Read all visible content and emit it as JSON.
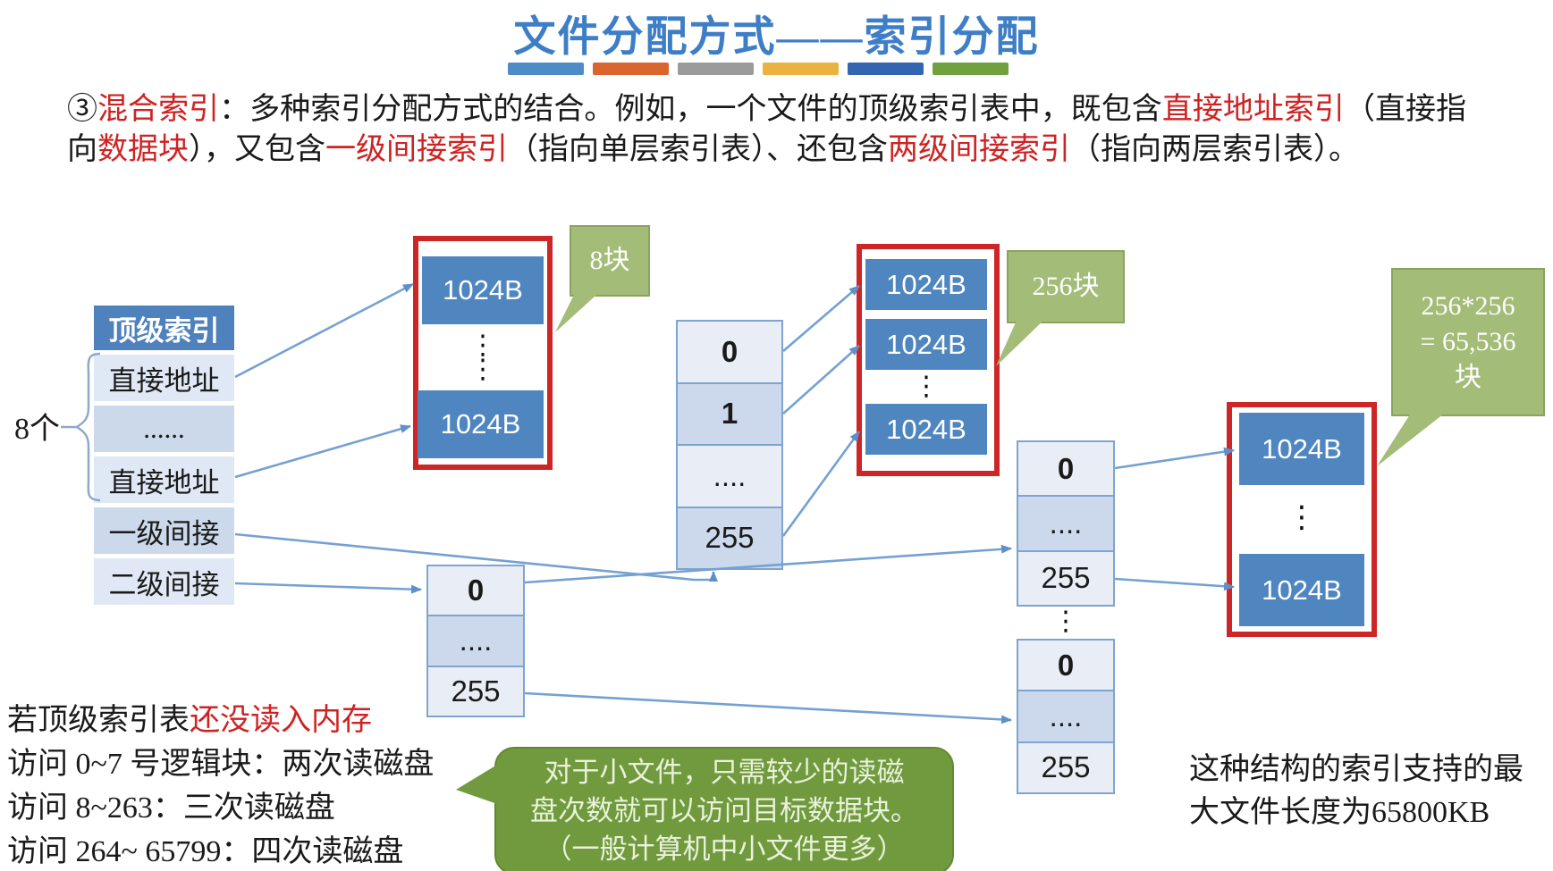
{
  "title": {
    "text": "文件分配方式——索引分配",
    "bar_colors": [
      "#4e8cc8",
      "#d9662f",
      "#9b9b9b",
      "#eab33f",
      "#3465b0",
      "#6fa23f"
    ]
  },
  "intro": {
    "segments": [
      {
        "t": "③"
      },
      {
        "t": "混合索引",
        "red": true
      },
      {
        "t": "：多种索引分配方式的结合。例如，一个文件的顶级索引表中，既包含"
      },
      {
        "t": "直接地址索引",
        "red": true
      },
      {
        "t": "（直接指向"
      },
      {
        "t": "数据块",
        "red": true
      },
      {
        "t": "），又包含"
      },
      {
        "t": "一级间接索引",
        "red": true
      },
      {
        "t": "（指向单层索引表）、还包含"
      },
      {
        "t": "两级间接索引",
        "red": true
      },
      {
        "t": "（指向两层索引表）。"
      }
    ]
  },
  "top_index_table": {
    "header": "顶级索引",
    "count_label": "8个",
    "rows": [
      "直接地址",
      "......",
      "直接地址",
      "一级间接",
      "二级间接"
    ]
  },
  "index_tables": {
    "single_level": {
      "rows": [
        "0",
        "1",
        "....",
        "255"
      ]
    },
    "double_level_first": {
      "rows": [
        "0",
        "....",
        "255"
      ]
    },
    "double_level_second_a": {
      "rows": [
        "0",
        "....",
        "255"
      ]
    },
    "double_level_second_b": {
      "rows": [
        "0",
        "....",
        "255"
      ]
    }
  },
  "blocks": {
    "label": "1024B",
    "dots": "⋮",
    "tall_dots": "⋮\n⋮"
  },
  "badges": {
    "direct": "8块",
    "single_indirect": "256块",
    "double_indirect": "256*256\n= 65,536\n块"
  },
  "notes": {
    "mem_prefix": "若顶级索引表",
    "mem_highlight": "还没读入内存",
    "access_lines": [
      "访问 0~7 号逻辑块：两次读磁盘",
      "访问 8~263：三次读磁盘",
      "访问 264~ 65799：四次读磁盘"
    ],
    "small_file": "对于小文件，只需较少的读磁\n盘次数就可以访问目标数据块。\n（一般计算机中小文件更多）",
    "max_length": "这种结构的索引支持的最\n大文件长度为65800KB"
  },
  "colors": {
    "title_blue": "#3e7ec6",
    "red_text": "#cf2222",
    "red_border": "#cd2626",
    "block_blue": "#4f86c0",
    "header_blue": "#4f81bd",
    "arrow_blue": "#74a1d2",
    "badge_green": "#a3bc78",
    "note_green": "#719a3e"
  }
}
